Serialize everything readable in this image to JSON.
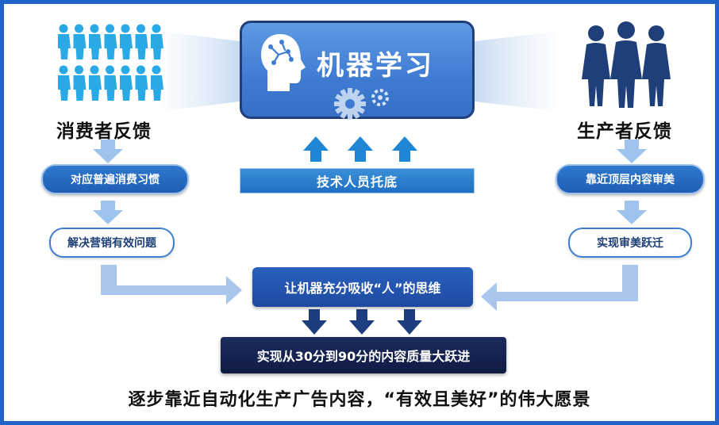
{
  "center": {
    "title": "机器学习",
    "support": "技术人员托底",
    "merge": "让机器充分吸收“人”的思维",
    "result": "实现从30分到90分的内容质量大跃进"
  },
  "left": {
    "title": "消费者反馈",
    "step1": "对应普遍消费习惯",
    "step2": "解决营销有效问题"
  },
  "right": {
    "title": "生产者反馈",
    "step1": "靠近顶层内容审美",
    "step2": "实现审美跃迁"
  },
  "footer": "逐步靠近自动化生产广告内容，“有效且美好”的伟大愿景",
  "colors": {
    "border": "#1f62c8",
    "consumer_icon": "#29a9e6",
    "producer_icon": "#1f3f7a",
    "arrow_light": "#9ec3ec",
    "arrow_dark": "#1c3d7e"
  },
  "icons": {
    "consumer": "people-crowd-icon",
    "producer": "women-group-icon",
    "ml": "head-gear-icon"
  }
}
